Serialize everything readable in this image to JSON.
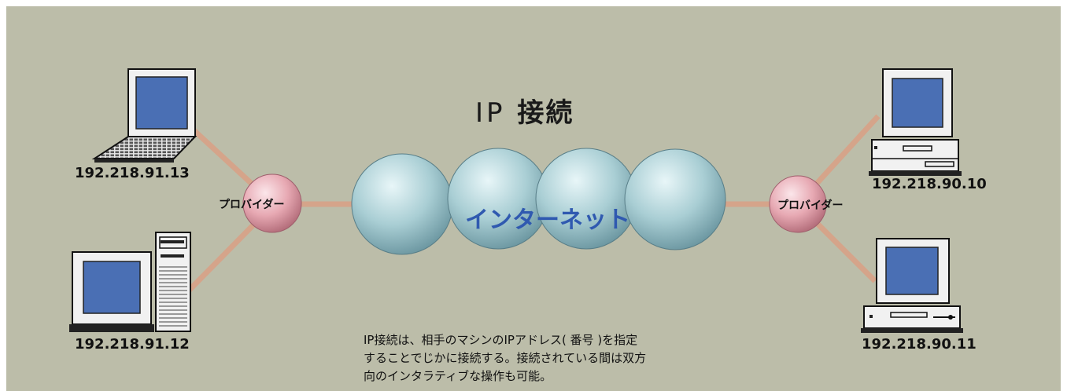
{
  "title": {
    "prefix": "IP",
    "main": "接続"
  },
  "internet_label": "インターネット",
  "provider_left": "プロバイダー",
  "provider_right": "プロバイダー",
  "hosts": {
    "left_top": "192.218.91.13",
    "left_bottom": "192.218.91.12",
    "right_top": "192.218.90.10",
    "right_bottom": "192.218.90.11"
  },
  "caption": {
    "line1": "IP接続は、相手のマシンのIPアドレス( 番号 )を指定",
    "line2": "することでじかに接続する。接続されている間は双方",
    "line3": "向のインタラティブな操作も可能。"
  },
  "colors": {
    "background": "#bcbda9",
    "link": "#d5a48a",
    "screen": "#4a6fb4",
    "cloud": "#a9ced4",
    "provider": "#e7a9b3",
    "internet_text": "#2f59b0"
  }
}
